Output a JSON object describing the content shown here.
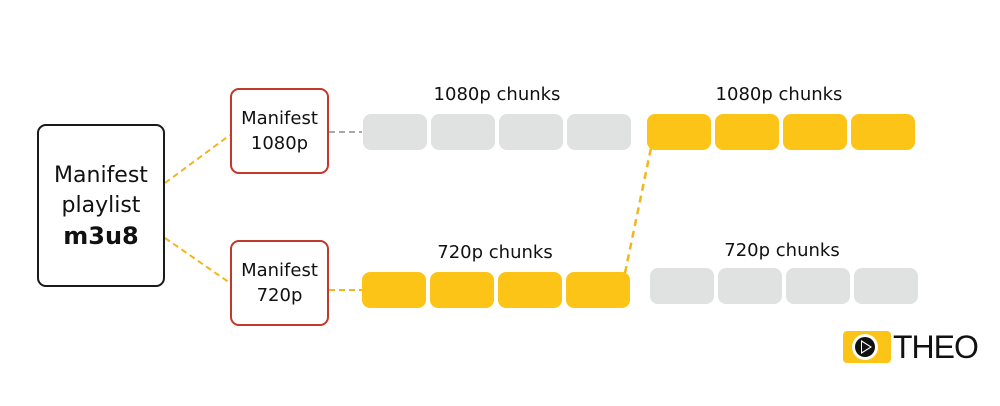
{
  "diagram": {
    "root": {
      "line1": "Manifest",
      "line2": "playlist",
      "line3": "m3u8"
    },
    "manifests": [
      {
        "line1": "Manifest",
        "line2": "1080p"
      },
      {
        "line1": "Manifest",
        "line2": "720p"
      }
    ],
    "chunk_groups": [
      {
        "label": "1080p chunks",
        "count": 4,
        "state": "inactive"
      },
      {
        "label": "720p chunks",
        "count": 4,
        "state": "active"
      },
      {
        "label": "1080p chunks",
        "count": 4,
        "state": "active"
      },
      {
        "label": "720p chunks",
        "count": 4,
        "state": "inactive"
      }
    ],
    "colors": {
      "active_chunk": "#fdc418",
      "inactive_chunk": "#e0e1e1",
      "manifest_border": "#c0392b",
      "root_border": "#1a1a1a",
      "active_link": "#f2b51c",
      "inactive_link": "#a8a8a8"
    }
  },
  "logo": {
    "text": "THEO",
    "icon": "play-icon"
  }
}
